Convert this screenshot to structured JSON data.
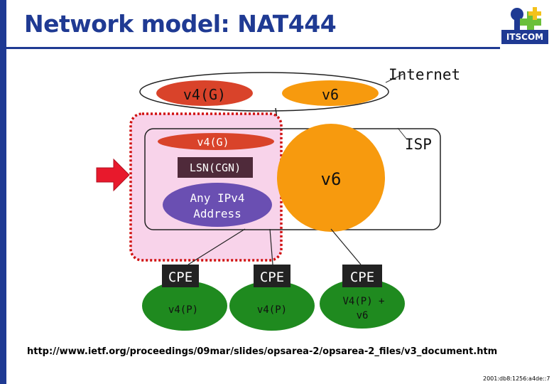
{
  "title": "Network model: NAT444",
  "logo": {
    "name": "ITSCOM"
  },
  "internet": {
    "label": "Internet",
    "v4g": "v4(G)",
    "v6": "v6"
  },
  "isp": {
    "label": "ISP",
    "v4g": "v4(G)",
    "lsn": "LSN(CGN)",
    "v6": "v6",
    "any_line1": "Any IPv4",
    "any_line2": "Address"
  },
  "cpes": [
    {
      "label": "CPE",
      "net_line1": "v4(P)",
      "net_line2": ""
    },
    {
      "label": "CPE",
      "net_line1": "v4(P)",
      "net_line2": ""
    },
    {
      "label": "CPE",
      "net_line1": "V4(P) +",
      "net_line2": "v6"
    }
  ],
  "url": "http://www.ietf.org/proceedings/09mar/slides/opsarea-2/opsarea-2_files/v3_document.htm",
  "footnote": "2001:db8:1256:a4de::7",
  "colors": {
    "title": "#1f3a93",
    "v4g": "#d9432a",
    "v6": "#f79a0e",
    "lsn": "#4f2a3a",
    "any_ipv4": "#6a4fb2",
    "cpe_network": "#1f8a1f",
    "highlight_fill": "#f8d3ea",
    "highlight_border": "#d01010",
    "arrow": "#e8192c"
  }
}
